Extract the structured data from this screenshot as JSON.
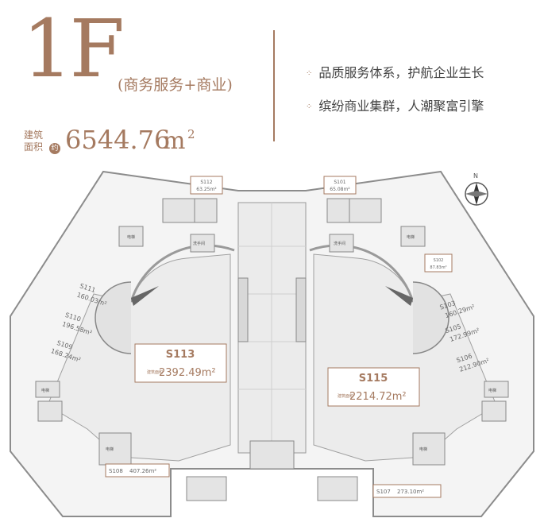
{
  "header": {
    "floor": "1F",
    "floor_use": "(商务服务+商业)",
    "area_label_1": "建筑",
    "area_label_2": "面积",
    "area_approx": "约",
    "area_value": "6544.76",
    "area_unit": "m",
    "area_unit_sup": "2",
    "bullets": [
      "品质服务体系，护航企业生长",
      "缤纷商业集群，人潮聚富引擎"
    ]
  },
  "compass": {
    "label": "N"
  },
  "units": [
    {
      "id": "S113",
      "area": "2392.49m²"
    },
    {
      "id": "S115",
      "area": "2214.72m²"
    },
    {
      "id": "S112",
      "area": "63.25m²"
    },
    {
      "id": "S101",
      "area": "65.08m²"
    },
    {
      "id": "S102",
      "area": "87.83m²"
    },
    {
      "id": "S111",
      "area": "160.03m²"
    },
    {
      "id": "S110",
      "area": "196.58m²"
    },
    {
      "id": "S109",
      "area": "168.24m²"
    },
    {
      "id": "S103",
      "area": "160.29m²"
    },
    {
      "id": "S105",
      "area": "172.99m²"
    },
    {
      "id": "S106",
      "area": "212.90m²"
    },
    {
      "id": "S108",
      "area": "407.26m²"
    },
    {
      "id": "S107",
      "area": "273.10m²"
    }
  ],
  "area_tag": "建筑面积",
  "room_tags": {
    "elevator": "电梯",
    "washroom": "洗手间"
  },
  "colors": {
    "accent": "#a57a60",
    "wall": "#9a9a9a",
    "floor": "#f2f2f2"
  }
}
